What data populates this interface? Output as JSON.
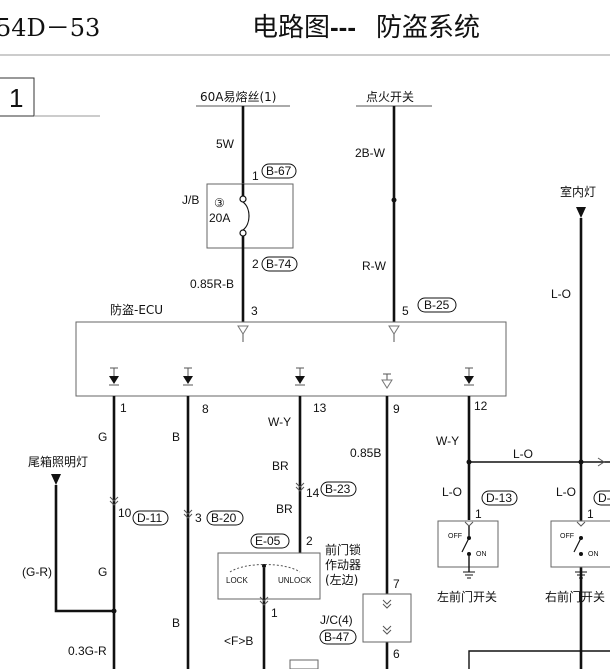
{
  "header": {
    "page_code": "54D－53",
    "title_a": "电路图",
    "title_b": "---",
    "title_c": "防盗系统",
    "section_no": "1"
  },
  "sources": {
    "fuse_60a": "60A易熔丝(1)",
    "ignition": "点火开关",
    "room_lamp": "室内灯",
    "trunk_lamp": "尾箱照明灯"
  },
  "wires": {
    "w_5w": "5W",
    "w_2bw": "2B-W",
    "w_085rb": "0.85R-B",
    "w_rw": "R-W",
    "w_lo_top": "L-O",
    "w_g1": "G",
    "w_b1": "B",
    "w_wy1": "W-Y",
    "w_085b": "0.85B",
    "w_wy2": "W-Y",
    "w_lo_mid": "L-O",
    "w_br1": "BR",
    "w_br2": "BR",
    "w_lo_left": "L-O",
    "w_lo_right": "L-O",
    "w_gr": "(G-R)",
    "w_g2": "G",
    "w_b2": "B",
    "w_03gr": "0.3G-R",
    "w_fb": "<F>B"
  },
  "pins": {
    "p1": "1",
    "p2": "2",
    "p3": "3",
    "p5": "5",
    "e1": "1",
    "e8": "8",
    "e13": "13",
    "e9": "9",
    "e12": "12",
    "d11": "10",
    "b20": "3",
    "b23": "14",
    "e05_pin": "2",
    "act_pin": "1",
    "jc7": "7",
    "jc6": "6",
    "d13pin": "1",
    "rdpin": "1"
  },
  "connectors": {
    "b67": "B-67",
    "b74": "B-74",
    "b25": "B-25",
    "d11": "D-11",
    "b20": "B-20",
    "b23": "B-23",
    "e05": "E-05",
    "d13": "D-13",
    "d_right": "D-",
    "b47": "B-47"
  },
  "components": {
    "jb": "J/B",
    "fuse_no": "③",
    "fuse_amp": "20A",
    "ecu": "防盗-ECU",
    "lock": "LOCK",
    "unlock": "UNLOCK",
    "actuator_1": "前门锁",
    "actuator_2": "作动器",
    "actuator_3": "(左边)",
    "jc": "J/C(4)",
    "off": "OFF",
    "on": "ON",
    "left_switch": "左前门开关",
    "right_switch": "右前门开关"
  }
}
